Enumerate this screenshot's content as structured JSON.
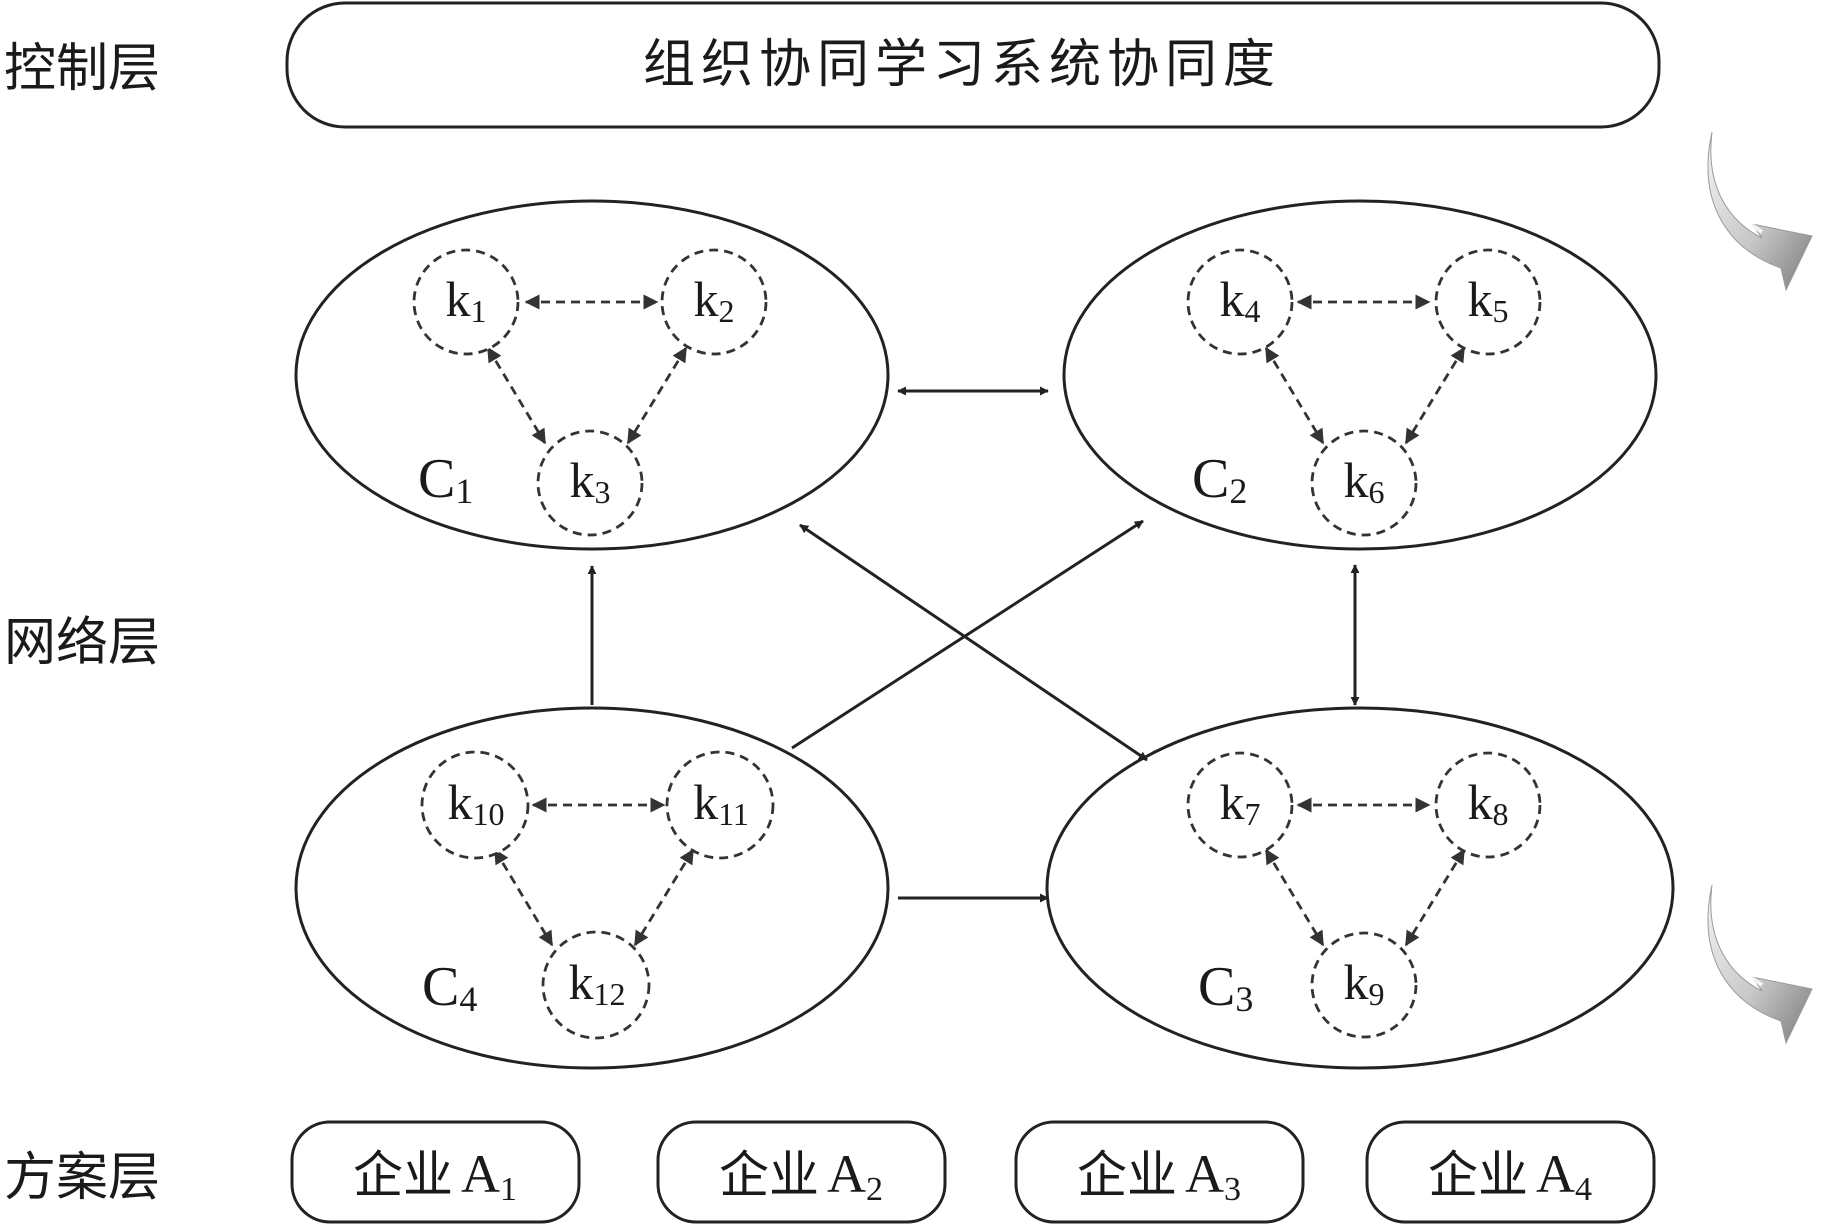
{
  "layers": {
    "control": "控制层",
    "network": "网络层",
    "scheme": "方案层"
  },
  "control_box": {
    "label": "组织协同学习系统协同度"
  },
  "clusters": [
    {
      "id": "c1",
      "letter": "C",
      "sub": "1",
      "nodes": [
        {
          "letter": "k",
          "sub": "1"
        },
        {
          "letter": "k",
          "sub": "2"
        },
        {
          "letter": "k",
          "sub": "3"
        }
      ]
    },
    {
      "id": "c2",
      "letter": "C",
      "sub": "2",
      "nodes": [
        {
          "letter": "k",
          "sub": "4"
        },
        {
          "letter": "k",
          "sub": "5"
        },
        {
          "letter": "k",
          "sub": "6"
        }
      ]
    },
    {
      "id": "c4",
      "letter": "C",
      "sub": "4",
      "nodes": [
        {
          "letter": "k",
          "sub": "10"
        },
        {
          "letter": "k",
          "sub": "11"
        },
        {
          "letter": "k",
          "sub": "12"
        }
      ]
    },
    {
      "id": "c3",
      "letter": "C",
      "sub": "3",
      "nodes": [
        {
          "letter": "k",
          "sub": "7"
        },
        {
          "letter": "k",
          "sub": "8"
        },
        {
          "letter": "k",
          "sub": "9"
        }
      ]
    }
  ],
  "alternatives": [
    {
      "prefix": "企业",
      "letter": "A",
      "sub": "1"
    },
    {
      "prefix": "企业",
      "letter": "A",
      "sub": "2"
    },
    {
      "prefix": "企业",
      "letter": "A",
      "sub": "3"
    },
    {
      "prefix": "企业",
      "letter": "A",
      "sub": "4"
    }
  ],
  "colors": {
    "stroke": "#222222",
    "dashed": "#333333",
    "arrow_light": "#f2f2f2",
    "arrow_dark": "#8a8a8a"
  },
  "icons": [
    "curved-arrow-icon",
    "curved-arrow-icon"
  ]
}
